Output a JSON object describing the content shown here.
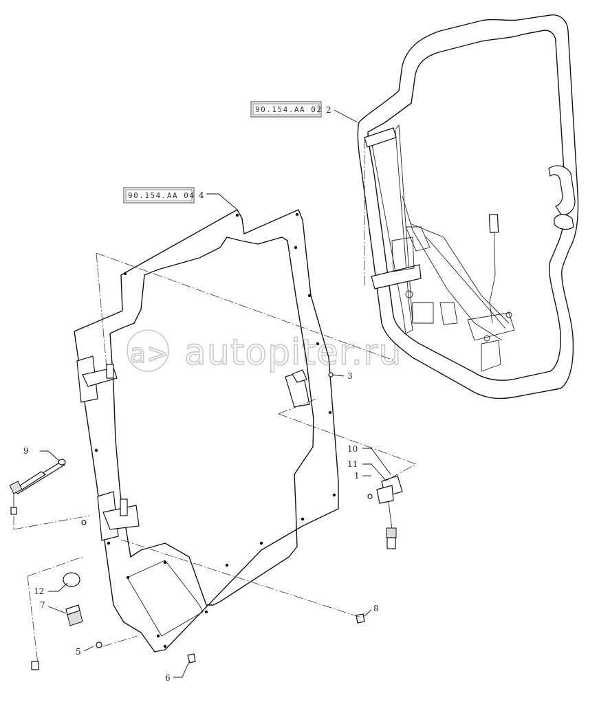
{
  "references": {
    "ref_upper": "90.154.AA 02",
    "ref_lower": "90.154.AA 04"
  },
  "callouts": {
    "c1": "1",
    "c2": "2",
    "c3": "3",
    "c4": "4",
    "c5": "5",
    "c6": "6",
    "c7": "7",
    "c8": "8",
    "c9": "9",
    "c10": "10",
    "c11": "11",
    "c12": "12"
  },
  "watermark": {
    "text": "autopiter.ru"
  }
}
